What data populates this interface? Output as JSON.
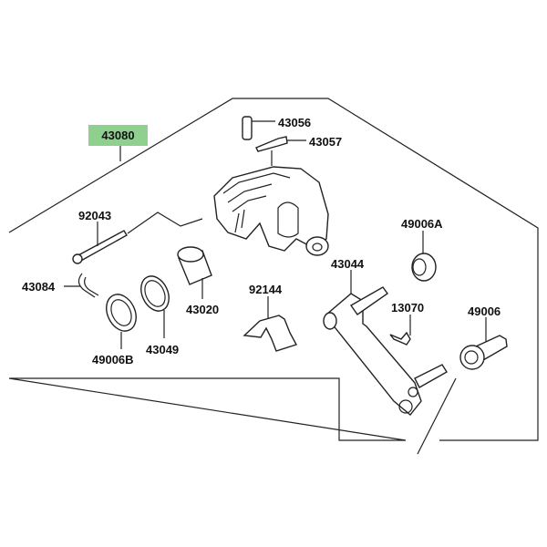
{
  "diagram": {
    "highlight_color": "#8fd08f",
    "assembly_label": "43080",
    "parts": {
      "bleeder_valve": "43056",
      "bleeder_cap": "43057",
      "pin": "92043",
      "boot_a": "49006A",
      "clip_pin": "43084",
      "bracket": "43044",
      "piston": "43020",
      "spring": "92144",
      "pad_spring": "13070",
      "boot": "49006",
      "seal": "43049",
      "boot_b": "49006B"
    }
  }
}
